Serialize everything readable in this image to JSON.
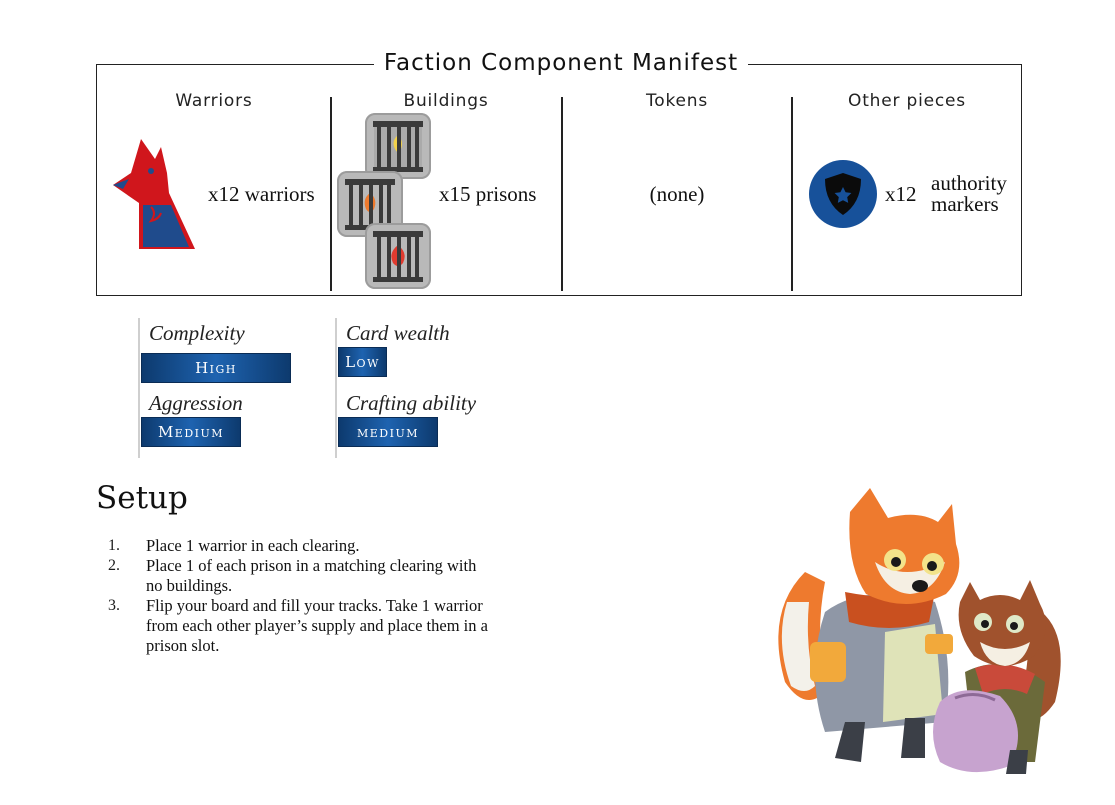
{
  "manifest": {
    "title": "Faction Component Manifest",
    "columns": [
      {
        "heading": "Warriors",
        "count": "x12 warriors"
      },
      {
        "heading": "Buildings",
        "count": "x15 prisons"
      },
      {
        "heading": "Tokens",
        "count": "(none)"
      },
      {
        "heading": "Other pieces",
        "count": "x12",
        "label_line1": "authority",
        "label_line2": "markers"
      }
    ]
  },
  "ratings": {
    "complexity": {
      "label": "Complexity",
      "value": "High"
    },
    "card_wealth": {
      "label": "Card wealth",
      "value": "Low"
    },
    "aggression": {
      "label": "Aggression",
      "value": "Medium"
    },
    "crafting_ability": {
      "label": "Crafting ability",
      "value": "medium"
    }
  },
  "setup": {
    "title": "Setup",
    "steps": [
      {
        "num": "1.",
        "text": "Place 1 warrior in each clearing."
      },
      {
        "num": "2.",
        "text": "Place 1 of each prison in a matching clearing with no buildings."
      },
      {
        "num": "3.",
        "text": "Flip your board and fill your tracks. Take 1 warrior from each other player’s supply and place them in a prison slot."
      }
    ]
  },
  "colors": {
    "rating_bar": "#0d3a6e",
    "warrior_red": "#d0161c",
    "warrior_blue": "#1f4b8c",
    "marker_blue": "#17519a"
  },
  "icons": [
    "warrior-meeple-icon",
    "prison-tile-icon",
    "authority-marker-icon",
    "fox-squirrel-illustration"
  ]
}
